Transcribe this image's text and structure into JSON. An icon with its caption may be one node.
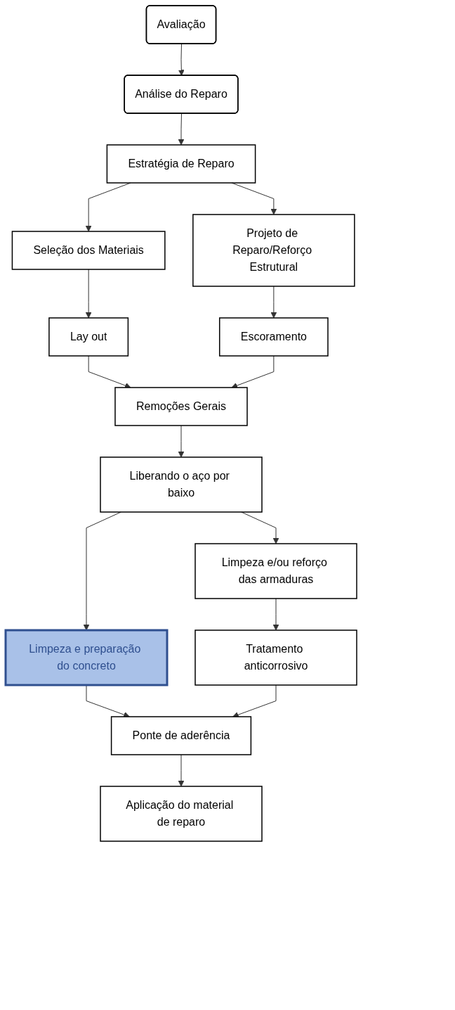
{
  "diagram": {
    "nodes": [
      {
        "text": [
          "Avaliação"
        ]
      },
      {
        "text": [
          "Análise do Reparo"
        ]
      },
      {
        "text": [
          "Estratégia de Reparo"
        ]
      },
      {
        "text": [
          "Seleção dos Materiais"
        ]
      },
      {
        "text": [
          "Projeto de Reparo/Reforço Estrutural"
        ]
      },
      {
        "text": [
          "Lay out"
        ]
      },
      {
        "text": [
          "Escoramento"
        ]
      },
      {
        "text": [
          "Remoções Gerais"
        ]
      },
      {
        "text": [
          "Liberando o aço por baixo"
        ]
      },
      {
        "text": [
          "Limpeza e preparação do concreto"
        ]
      },
      {
        "text": [
          "Limpeza e/ou reforço das armaduras"
        ]
      },
      {
        "text": [
          "Tratamento anticorrosivo"
        ]
      },
      {
        "text": [
          "Ponte de aderência"
        ]
      },
      {
        "text": [
          "Aplicação do material de reparo"
        ]
      }
    ],
    "edges": [
      {
        "from": 0,
        "to": 1,
        "arrow": "to"
      },
      {
        "from": 1,
        "to": 2,
        "arrow": "to"
      },
      {
        "from": 2,
        "to": 3,
        "arrow": "to"
      },
      {
        "from": 2,
        "to": 4,
        "arrow": "to"
      },
      {
        "from": 3,
        "to": 5,
        "arrow": "to"
      },
      {
        "from": 4,
        "to": 6,
        "arrow": "to"
      },
      {
        "from": 5,
        "to": 7,
        "arrow": "to"
      },
      {
        "from": 6,
        "to": 7,
        "arrow": "to"
      },
      {
        "from": 7,
        "to": 8,
        "arrow": "to"
      },
      {
        "from": 8,
        "to": 9,
        "arrow": "to"
      },
      {
        "from": 8,
        "to": 10,
        "arrow": "to"
      },
      {
        "from": 9,
        "to": 12,
        "arrow": "to"
      },
      {
        "from": 10,
        "to": 11,
        "arrow": "to"
      },
      {
        "from": 11,
        "to": 12,
        "arrow": "to"
      },
      {
        "from": 12,
        "to": 13,
        "arrow": "to"
      }
    ]
  }
}
